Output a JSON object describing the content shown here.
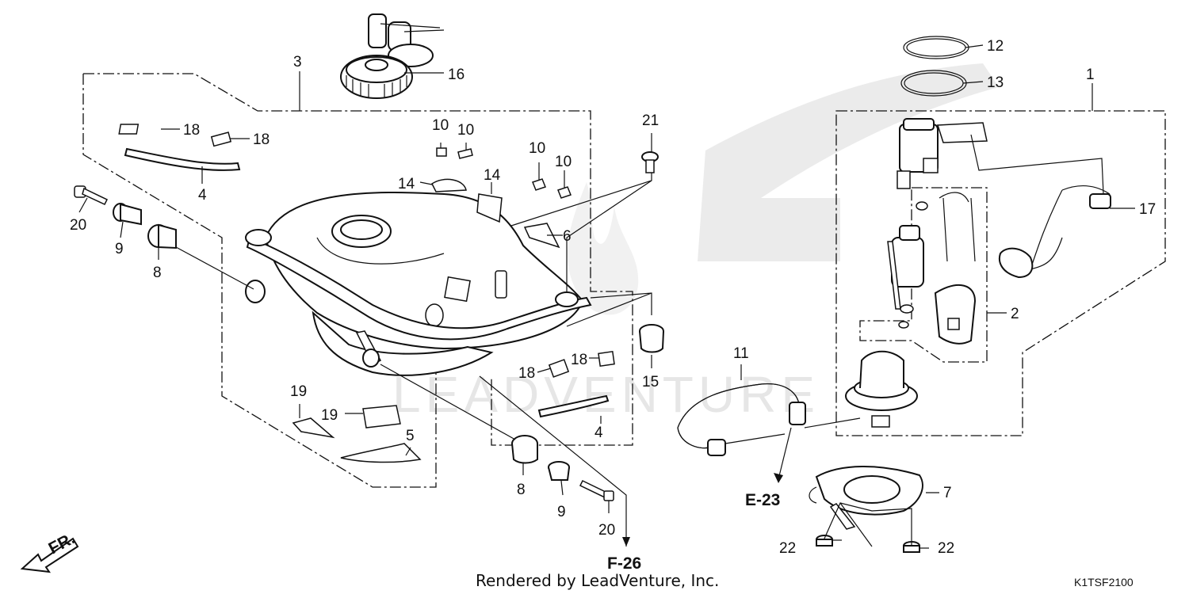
{
  "callouts": {
    "c1": "1",
    "c2": "2",
    "c3": "3",
    "c4a": "4",
    "c4b": "4",
    "c5": "5",
    "c6": "6",
    "c7": "7",
    "c8a": "8",
    "c8b": "8",
    "c9a": "9",
    "c9b": "9",
    "c10a": "10",
    "c10b": "10",
    "c10c": "10",
    "c10d": "10",
    "c11": "11",
    "c12": "12",
    "c13": "13",
    "c14a": "14",
    "c14b": "14",
    "c15": "15",
    "c16": "16",
    "c17": "17",
    "c18a": "18",
    "c18b": "18",
    "c18c": "18",
    "c18d": "18",
    "c19a": "19",
    "c19b": "19",
    "c20a": "20",
    "c20b": "20",
    "c21": "21",
    "c22a": "22",
    "c22b": "22"
  },
  "refs": {
    "f26": "F-26",
    "e23": "E-23",
    "front": "FR."
  },
  "footer": {
    "rendered_by": "Rendered by LeadVenture, Inc.",
    "diagram_code": "K1TSF2100"
  },
  "watermark": {
    "text": "LEADVENTURE"
  }
}
